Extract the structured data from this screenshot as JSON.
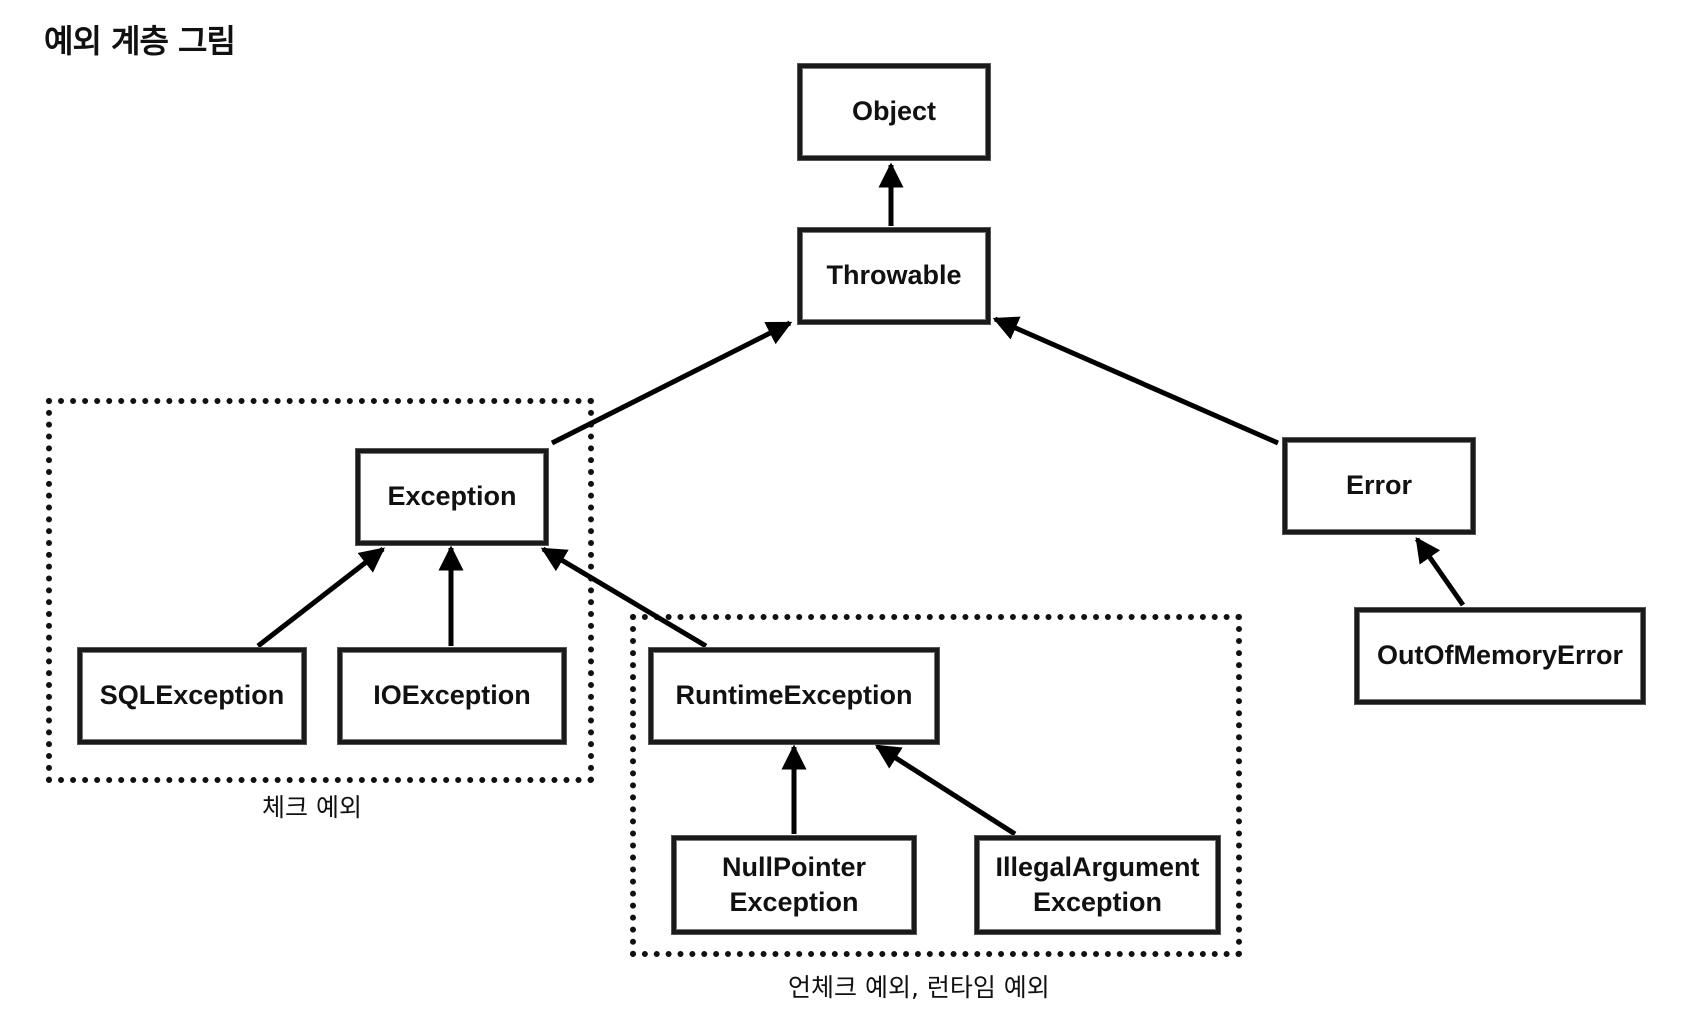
{
  "title": "예외 계층 그림",
  "nodes": {
    "object": "Object",
    "throwable": "Throwable",
    "exception": "Exception",
    "error": "Error",
    "sqlexception": "SQLException",
    "ioexception": "IOException",
    "runtimeexception": "RuntimeException",
    "outofmemoryerror": "OutOfMemoryError",
    "nullpointer": "NullPointer\nException",
    "illegalargument": "IllegalArgument\nException"
  },
  "groups": {
    "checked": "체크 예외",
    "unchecked": "언체크 예외, 런타임 예외"
  },
  "edges": [
    {
      "from": "throwable",
      "to": "object"
    },
    {
      "from": "exception",
      "to": "throwable"
    },
    {
      "from": "error",
      "to": "throwable"
    },
    {
      "from": "sqlexception",
      "to": "exception"
    },
    {
      "from": "ioexception",
      "to": "exception"
    },
    {
      "from": "runtimeexception",
      "to": "exception"
    },
    {
      "from": "outofmemoryerror",
      "to": "error"
    },
    {
      "from": "nullpointer",
      "to": "runtimeexception"
    },
    {
      "from": "illegalargument",
      "to": "runtimeexception"
    }
  ]
}
